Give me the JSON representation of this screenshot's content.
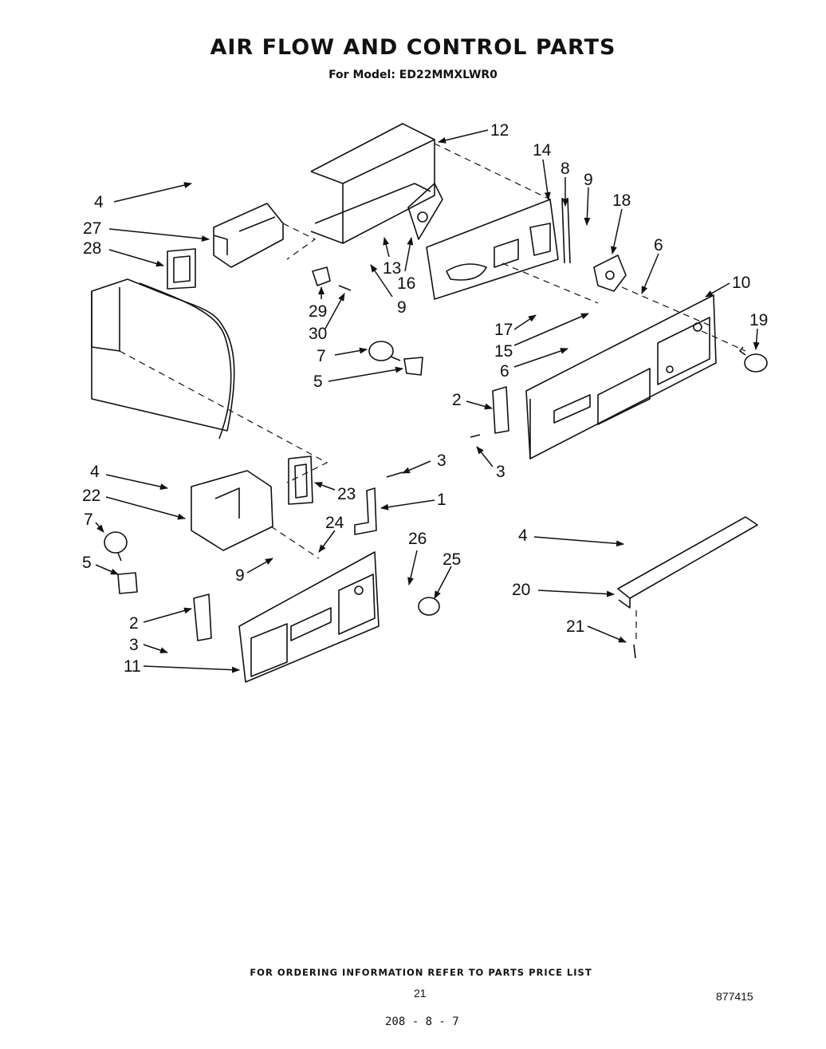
{
  "header": {
    "title": "AIR FLOW AND CONTROL PARTS",
    "subtitle": "For Model: ED22MMXLWR0"
  },
  "callouts": [
    {
      "id": "c12",
      "label": "12"
    },
    {
      "id": "c14",
      "label": "14"
    },
    {
      "id": "c8",
      "label": "8"
    },
    {
      "id": "c9a",
      "label": "9"
    },
    {
      "id": "c18",
      "label": "18"
    },
    {
      "id": "c4a",
      "label": "4"
    },
    {
      "id": "c27",
      "label": "27"
    },
    {
      "id": "c28",
      "label": "28"
    },
    {
      "id": "c13",
      "label": "13"
    },
    {
      "id": "c16",
      "label": "16"
    },
    {
      "id": "c6a",
      "label": "6"
    },
    {
      "id": "c10",
      "label": "10"
    },
    {
      "id": "c29",
      "label": "29"
    },
    {
      "id": "c9b",
      "label": "9"
    },
    {
      "id": "c30",
      "label": "30"
    },
    {
      "id": "c19",
      "label": "19"
    },
    {
      "id": "c17",
      "label": "17"
    },
    {
      "id": "c15",
      "label": "15"
    },
    {
      "id": "c7a",
      "label": "7"
    },
    {
      "id": "c6b",
      "label": "6"
    },
    {
      "id": "c5a",
      "label": "5"
    },
    {
      "id": "c2a",
      "label": "2"
    },
    {
      "id": "c3a",
      "label": "3"
    },
    {
      "id": "c3b",
      "label": "3"
    },
    {
      "id": "c4b",
      "label": "4"
    },
    {
      "id": "c23",
      "label": "23"
    },
    {
      "id": "c1",
      "label": "1"
    },
    {
      "id": "c22",
      "label": "22"
    },
    {
      "id": "c7b",
      "label": "7"
    },
    {
      "id": "c24",
      "label": "24"
    },
    {
      "id": "c26",
      "label": "26"
    },
    {
      "id": "c25",
      "label": "25"
    },
    {
      "id": "c4c",
      "label": "4"
    },
    {
      "id": "c5b",
      "label": "5"
    },
    {
      "id": "c9c",
      "label": "9"
    },
    {
      "id": "c20",
      "label": "20"
    },
    {
      "id": "c2b",
      "label": "2"
    },
    {
      "id": "c21",
      "label": "21"
    },
    {
      "id": "c3c",
      "label": "3"
    },
    {
      "id": "c11",
      "label": "11"
    }
  ],
  "footer": {
    "ordering_note": "FOR ORDERING INFORMATION REFER TO PARTS PRICE LIST",
    "page_number": "21",
    "document_number": "877415",
    "handwritten_note": "208 - 8 - 7"
  }
}
